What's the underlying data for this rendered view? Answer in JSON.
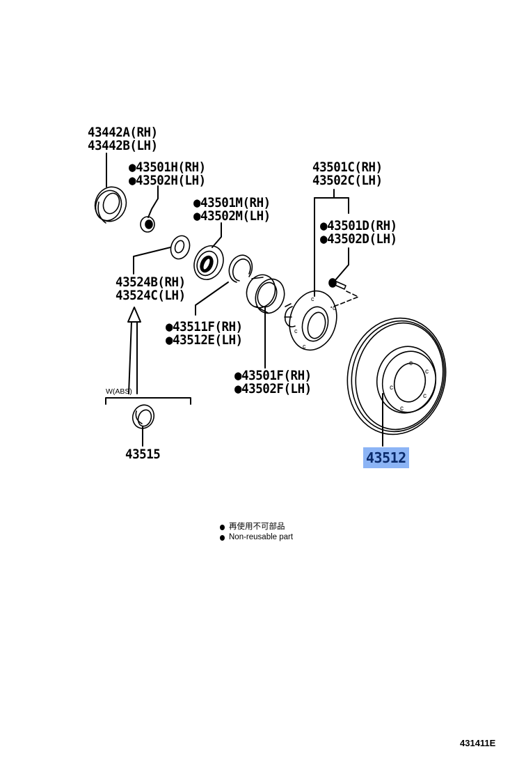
{
  "diagram": {
    "type": "exploded-parts-diagram",
    "subject": "front axle hub and brake disc",
    "figure_code": "431411E",
    "highlighted_part": "43512"
  },
  "parts": [
    {
      "id": "hub-seal-outer",
      "lines": [
        "43442A(RH)",
        "43442B(LH)"
      ],
      "non_reusable": false
    },
    {
      "id": "lock-nut",
      "lines": [
        "43501H(RH)",
        "43502H(LH)"
      ],
      "non_reusable": true
    },
    {
      "id": "outer-bearing",
      "lines": [
        "43501M(RH)",
        "43502M(LH)"
      ],
      "non_reusable": true
    },
    {
      "id": "axle-hub",
      "lines": [
        "43501C(RH)",
        "43502C(LH)"
      ],
      "non_reusable": false
    },
    {
      "id": "hub-bolt",
      "lines": [
        "43501D(RH)",
        "43502D(LH)"
      ],
      "non_reusable": true
    },
    {
      "id": "thrust-washer",
      "lines": [
        "43524B(RH)",
        "43524C(LH)"
      ],
      "non_reusable": false
    },
    {
      "id": "snap-ring",
      "lines": [
        "43511F(RH)",
        "43512E(LH)"
      ],
      "non_reusable": true
    },
    {
      "id": "inner-bearing",
      "lines": [
        "43501F(RH)",
        "43502F(LH)"
      ],
      "non_reusable": true
    },
    {
      "id": "abs-sensor-ring",
      "lines": [
        "43515"
      ],
      "non_reusable": false
    },
    {
      "id": "brake-disc",
      "lines": [
        "43512"
      ],
      "non_reusable": false
    }
  ],
  "labels": {
    "p43442": [
      "43442A(RH)",
      "43442B(LH)"
    ],
    "p43501H": [
      "●43501H(RH)",
      "●43502H(LH)"
    ],
    "p43501M": [
      "●43501M(RH)",
      "●43502M(LH)"
    ],
    "p43501C": [
      "43501C(RH)",
      "43502C(LH)"
    ],
    "p43501D": [
      "●43501D(RH)",
      "●43502D(LH)"
    ],
    "p43524": [
      "43524B(RH)",
      "43524C(LH)"
    ],
    "p43511": [
      "●43511F(RH)",
      "●43512E(LH)"
    ],
    "p43501F": [
      "●43501F(RH)",
      "●43502F(LH)"
    ],
    "p43515": "43515",
    "p43512": "43512",
    "abs_group": "W(ABS)"
  },
  "legend": {
    "items": [
      {
        "symbol": "●",
        "text": "再使用不可部品"
      },
      {
        "symbol": "●",
        "text": "Non-reusable part"
      }
    ]
  },
  "colors": {
    "highlight_bg": "#8cb4f5",
    "highlight_text": "#0a2a6b",
    "line": "#000000"
  }
}
